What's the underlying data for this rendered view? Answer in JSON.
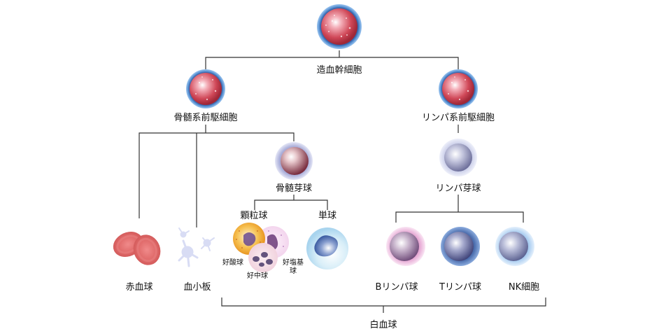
{
  "title": "造血幹細胞の分化",
  "nodes": {
    "hsc": {
      "label": "造血幹細胞"
    },
    "myeloid_progenitor": {
      "label": "骨髄系前駆細胞"
    },
    "lymphoid_progenitor": {
      "label": "リンパ系前駆細胞"
    },
    "myeloblast": {
      "label": "骨髄芽球"
    },
    "lymphoblast": {
      "label": "リンパ芽球"
    },
    "granulocyte": {
      "label": "顆粒球"
    },
    "monocyte": {
      "label": "単球"
    },
    "eosinophil": {
      "label": "好酸球"
    },
    "neutrophil": {
      "label": "好中球"
    },
    "basophil": {
      "label_line1": "好塩基",
      "label_line2": "球"
    },
    "erythrocyte": {
      "label": "赤血球"
    },
    "platelet": {
      "label": "血小板"
    },
    "b_lymphocyte": {
      "label": "Bリンパ球"
    },
    "t_lymphocyte": {
      "label": "Tリンパ球"
    },
    "nk_cell": {
      "label": "NK細胞"
    },
    "white_blood_cell": {
      "label": "白血球"
    }
  },
  "colors": {
    "line": "#333333",
    "stem_red": "#c8404f",
    "stem_blue_rim": "#4a7fc0",
    "rbc": "#e06a6a",
    "platelet": "#d8dcf4",
    "eosinophil": "#f0a830",
    "neutrophil": "#f2d6e0",
    "basophil": "#f4dcf0",
    "monocyte": "#cbe6f6",
    "b_cell_rim": "#f0b8dc",
    "t_cell_rim": "#5c7cb8",
    "nk_rim": "#b8d8f4"
  }
}
